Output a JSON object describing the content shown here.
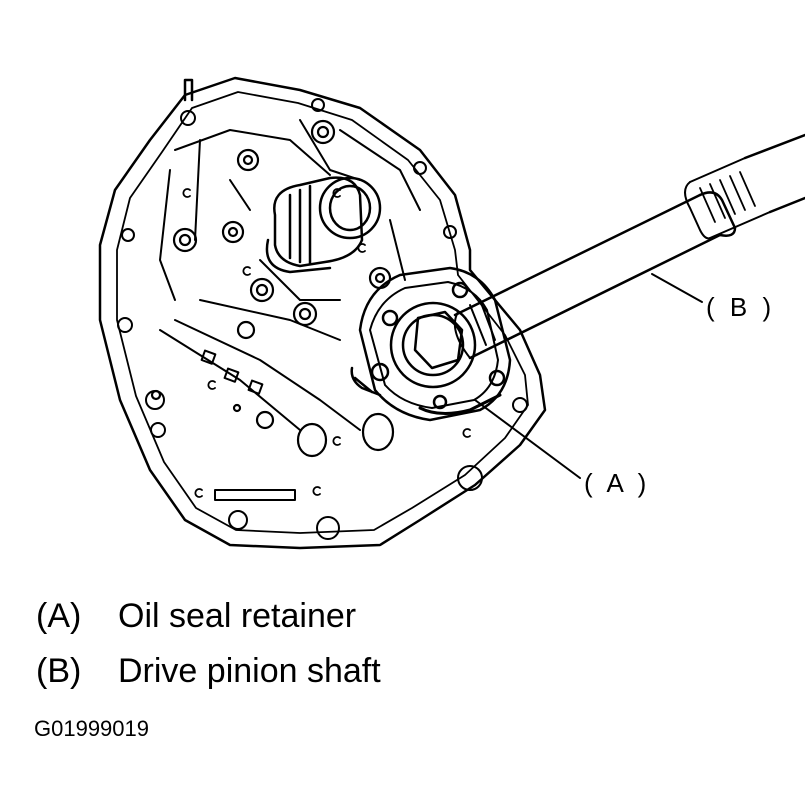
{
  "callouts": {
    "a": "( A )",
    "b": "( B )"
  },
  "legend": [
    {
      "key": "(A)",
      "label": "Oil seal retainer"
    },
    {
      "key": "(B)",
      "label": "Drive pinion shaft"
    }
  ],
  "figure_id": "G01999019"
}
